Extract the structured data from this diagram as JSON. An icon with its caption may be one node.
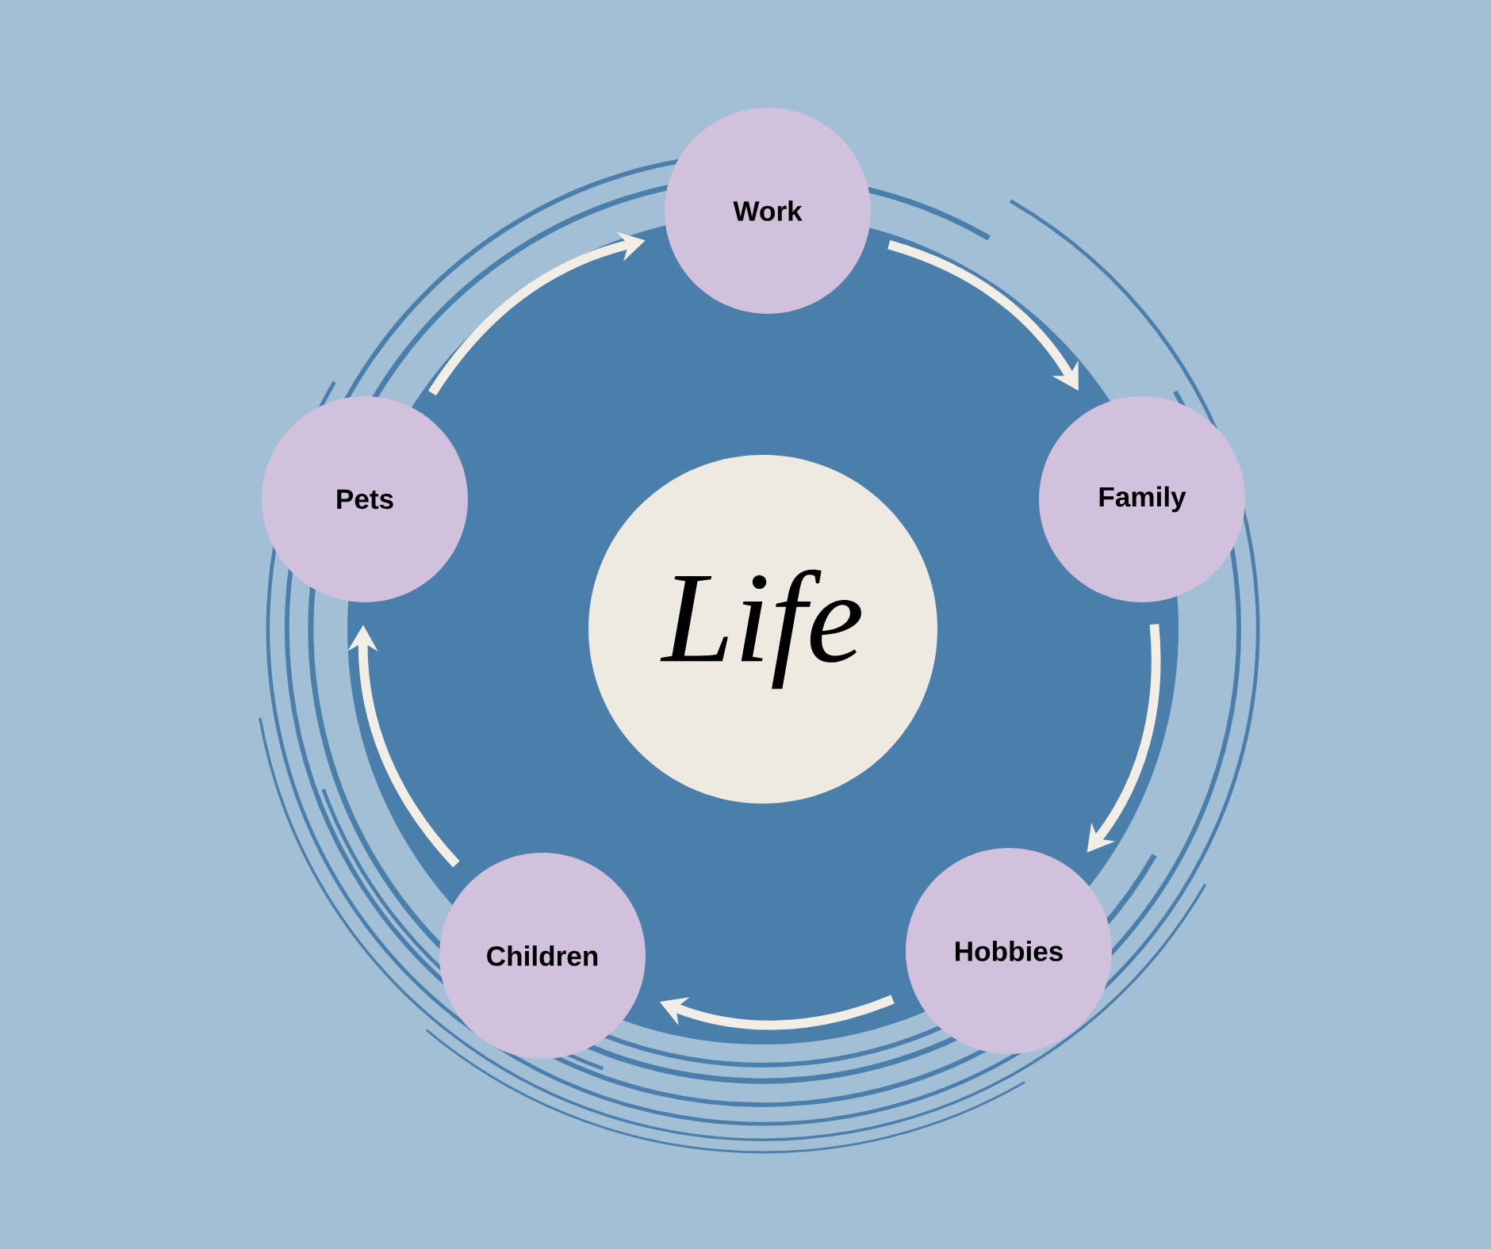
{
  "diagram": {
    "nodes": [
      {
        "text": [
          "Life"
        ]
      },
      {
        "text": [
          "Work"
        ]
      },
      {
        "text": [
          "Family"
        ]
      },
      {
        "text": [
          "Hobbies"
        ]
      },
      {
        "text": [
          "Children"
        ]
      },
      {
        "text": [
          "Pets"
        ]
      }
    ],
    "edges": [
      {
        "from": 1,
        "to": 2,
        "arrow": "to"
      },
      {
        "from": 2,
        "to": 3,
        "arrow": "to"
      },
      {
        "from": 3,
        "to": 4,
        "arrow": "to"
      },
      {
        "from": 4,
        "to": 5,
        "arrow": "to"
      },
      {
        "from": 5,
        "to": 1,
        "arrow": "to"
      }
    ]
  }
}
